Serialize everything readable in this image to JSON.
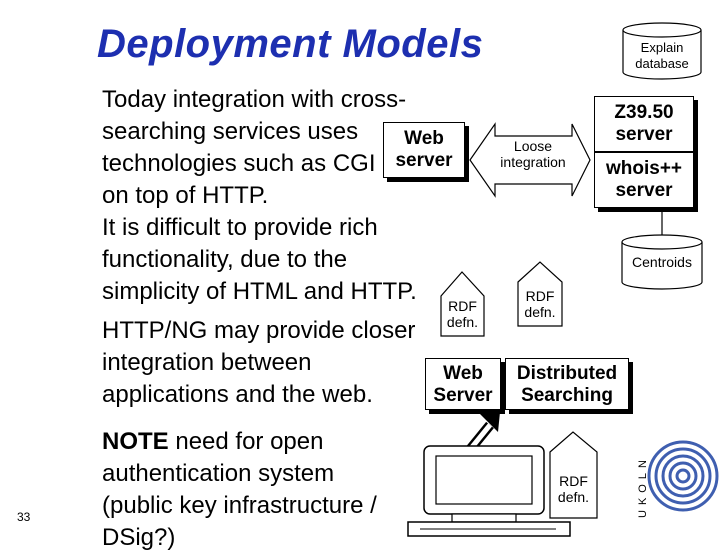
{
  "slide": {
    "title": "Deployment Models",
    "number": "33",
    "paragraph1": [
      "Today integration with cross-",
      "searching services uses",
      "technologies such as CGI",
      "on top of HTTP.",
      "It is difficult to provide rich",
      "functionality, due to the",
      "simplicity of HTML and HTTP."
    ],
    "paragraph2": [
      "HTTP/NG may provide closer",
      "integration between",
      "applications and the web."
    ],
    "note": {
      "bold": "NOTE",
      "line1_rest": " need for open",
      "lines": [
        "authentication system",
        "(public key infrastructure /",
        "DSig?)"
      ]
    }
  },
  "diagram": {
    "web_server_small": [
      "Web",
      "server"
    ],
    "loose_integration": [
      "Loose",
      "integration"
    ],
    "explain_database": [
      "Explain",
      "database"
    ],
    "z3950": [
      "Z39.50",
      "server"
    ],
    "whois": [
      "whois++",
      "server"
    ],
    "centroids": "Centroids",
    "rdf_left": [
      "RDF",
      "defn."
    ],
    "rdf_right": [
      "RDF",
      "defn."
    ],
    "rdf_bottom": [
      "RDF",
      "defn."
    ],
    "web_server_bottom": [
      "Web",
      "Server"
    ],
    "distributed": [
      "Distributed",
      "Searching"
    ],
    "logo_text": "UKOLN"
  }
}
